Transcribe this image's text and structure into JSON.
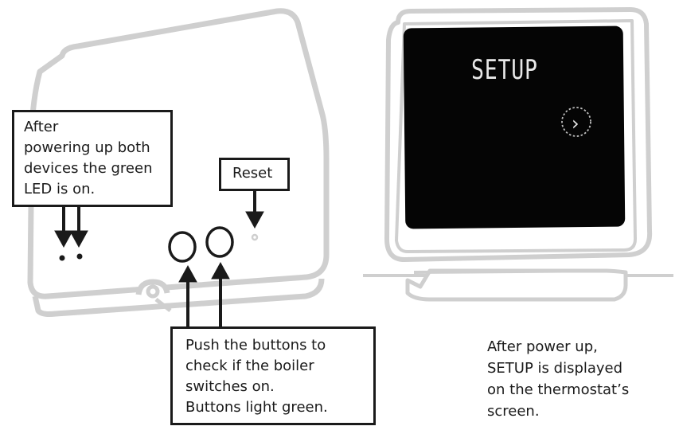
{
  "callouts": {
    "led": [
      "After",
      "powering up both",
      "devices the green",
      "LED is on."
    ],
    "reset": "Reset",
    "buttons": [
      "Push the buttons to",
      "check if the boiler",
      "switches on.",
      "Buttons light green."
    ]
  },
  "thermostat": {
    "screen_text": "SETUP",
    "next_glyph": "›"
  },
  "caption": [
    "After power up,",
    "SETUP is displayed",
    "on the thermostat’s",
    "screen."
  ],
  "colors": {
    "device_outline": "#cfcfcf",
    "ink": "#1a1a1a",
    "screen": "#050505"
  }
}
